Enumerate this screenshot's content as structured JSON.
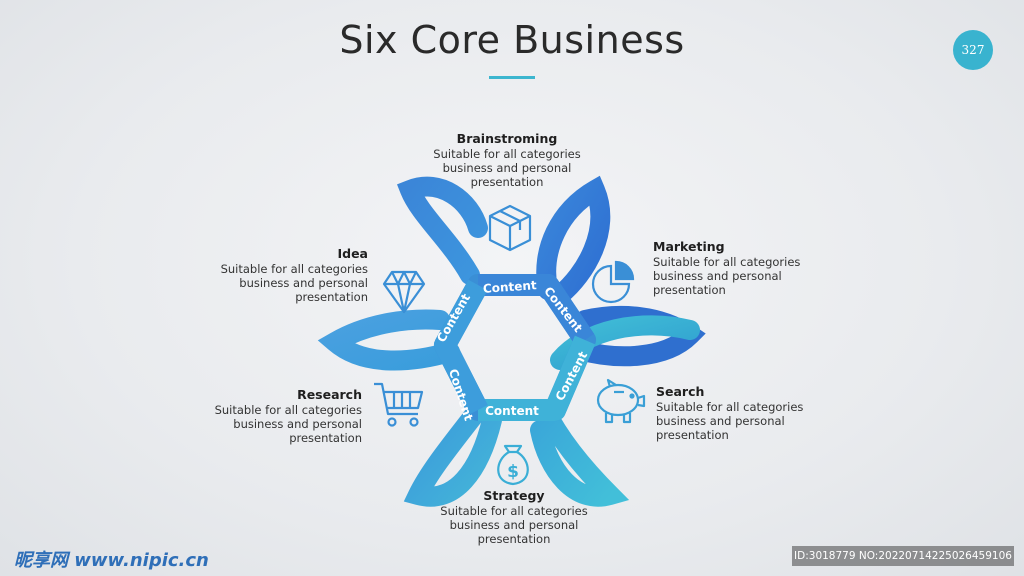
{
  "title": "Six Core Business",
  "page_number": "327",
  "ring_labels": [
    "Content",
    "Content",
    "Content",
    "Content",
    "Content",
    "Content"
  ],
  "items": [
    {
      "heading": "Brainstroming",
      "line1": "Suitable for all categories",
      "line2": "business and personal",
      "line3": "presentation",
      "icon": "box-icon"
    },
    {
      "heading": "Marketing",
      "line1": "Suitable for all categories",
      "line2": "business and personal",
      "line3": "presentation",
      "icon": "pie-chart-icon"
    },
    {
      "heading": "Search",
      "line1": "Suitable for all categories",
      "line2": "business and personal",
      "line3": "presentation",
      "icon": "piggy-bank-icon"
    },
    {
      "heading": "Strategy",
      "line1": "Suitable for all categories",
      "line2": "business and personal",
      "line3": "presentation",
      "icon": "money-bag-icon"
    },
    {
      "heading": "Research",
      "line1": "Suitable for all categories",
      "line2": "business and personal",
      "line3": "presentation",
      "icon": "shopping-cart-icon"
    },
    {
      "heading": "Idea",
      "line1": "Suitable for all categories",
      "line2": "business and personal",
      "line3": "presentation",
      "icon": "diamond-icon"
    }
  ],
  "colors": {
    "accent": "#39b3cf",
    "petal_dark": "#2f6fcf",
    "petal_light": "#3cb8d8",
    "icon": "#3a8fd6"
  },
  "watermark": {
    "logo": "昵享网 www.nipic.cn",
    "id": "ID:3018779 NO:20220714225026459106"
  }
}
